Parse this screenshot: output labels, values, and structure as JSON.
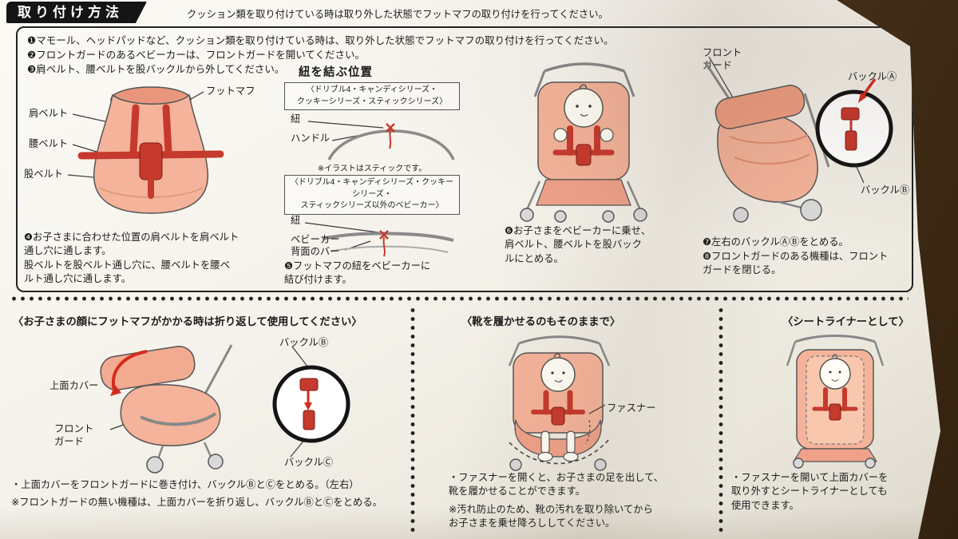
{
  "colors": {
    "paper": "#f6f4ee",
    "table_brown": "#42301e",
    "salmon": "#f4b39a",
    "harness_red": "#c6392d",
    "ink": "#1c1c1c"
  },
  "header": {
    "banner": "取り付け方法",
    "note": "クッション類を取り付けている時は取り外した状態でフットマフの取り付けを行ってください。"
  },
  "prep_steps": [
    "❶マモール、ヘッドパッドなど、クッション類を取り付けている時は、取り外した状態でフットマフの取り付けを行ってください。",
    "❷フロントガードのあるベビーカーは、フロントガードを開いてください。",
    "❸肩ベルト、腰ベルトを股バックルから外してください。"
  ],
  "footmuff": {
    "label_footmuff": "フットマフ",
    "label_shoulder_belt": "肩ベルト",
    "label_waist_belt": "腰ベルト",
    "label_crotch_belt": "股ベルト",
    "step4": "❹お子さまに合わせた位置の肩ベルトを肩ベルト\n通し穴に通します。\n股ベルトを股ベルト通し穴に、腰ベルトを腰ベ\nルト通し穴に通します。"
  },
  "tie_position": {
    "title": "紐を結ぶ位置",
    "group1": {
      "series": "〈ドリブル4・キャンディシリーズ・\nクッキーシリーズ・スティックシリーズ〉",
      "label_cord": "紐",
      "label_handle": "ハンドル",
      "note": "※イラストはスティックです。"
    },
    "group2": {
      "series": "〈ドリブル4・キャンディシリーズ・クッキーシリーズ・\nスティックシリーズ以外のベビーカー〉",
      "label_cord": "紐",
      "label_rear_bar": "ベビーカー\n背面のバー"
    },
    "step5": "❺フットマフの紐をベビーカーに\n結び付けます。"
  },
  "seating": {
    "step6": "❻お子さまをベビーカーに乗せ、\n肩ベルト、腰ベルトを股バック\nルにとめる。"
  },
  "buckling": {
    "label_front_guard": "フロント\nガード",
    "label_buckle_a": "バックルⒶ",
    "label_buckle_b": "バックルⒷ",
    "step7": "❼左右のバックルⒶⒷをとめる。",
    "step8": "❽フロントガードのある機種は、フロント\nガードを閉じる。"
  },
  "fold_back": {
    "heading": "〈お子さまの顔にフットマフがかかる時は折り返して使用してください〉",
    "label_top_cover": "上面カバー",
    "label_front_guard": "フロント\nガード",
    "label_buckle_b": "バックルⒷ",
    "label_buckle_c": "バックルⒸ",
    "bullet1": "・上面カバーをフロントガードに巻き付け、バックルⒷとⒸをとめる。（左右）",
    "bullet2": "※フロントガードの無い機種は、上面カバーを折り返し、バックルⒷとⒸをとめる。"
  },
  "shoes": {
    "heading": "〈靴を履かせるのもそのままで〉",
    "label_fastener": "ファスナー",
    "bullet1": "・ファスナーを開くと、お子さまの足を出して、\n靴を履かせることができます。",
    "bullet2": "※汚れ防止のため、靴の汚れを取り除いてから\nお子さまを乗せ降ろししてください。"
  },
  "seat_liner": {
    "heading": "〈シートライナーとして〉",
    "bullet1": "・ファスナーを開いて上面カバーを\n取り外すとシートライナーとしても\n使用できます。"
  }
}
